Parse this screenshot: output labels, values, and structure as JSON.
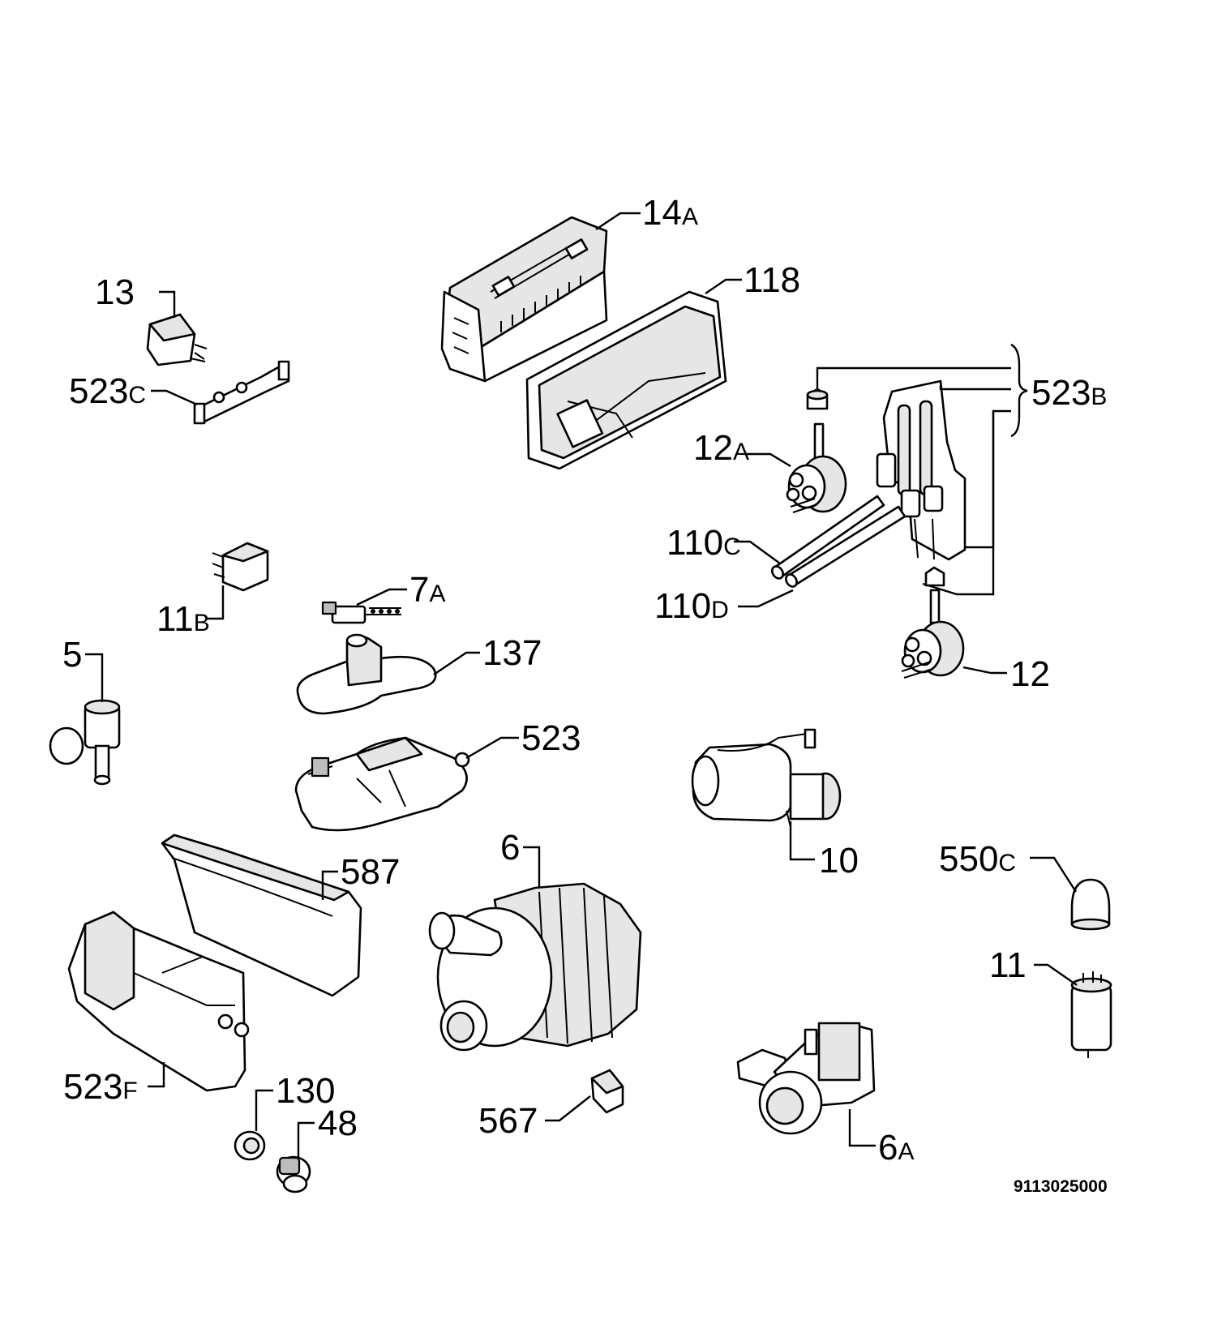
{
  "diagram_code": "9113025000",
  "labels": {
    "p14a": {
      "num": "14",
      "suf": "A"
    },
    "p118": {
      "num": "118",
      "suf": ""
    },
    "p13": {
      "num": "13",
      "suf": ""
    },
    "p523c": {
      "num": "523",
      "suf": "C"
    },
    "p523b": {
      "num": "523",
      "suf": "B"
    },
    "p12a": {
      "num": "12",
      "suf": "A"
    },
    "p110c": {
      "num": "110",
      "suf": "C"
    },
    "p110d": {
      "num": "110",
      "suf": "D"
    },
    "p12": {
      "num": "12",
      "suf": ""
    },
    "p11b": {
      "num": "11",
      "suf": "B"
    },
    "p7a": {
      "num": "7",
      "suf": "A"
    },
    "p137": {
      "num": "137",
      "suf": ""
    },
    "p5": {
      "num": "5",
      "suf": ""
    },
    "p523": {
      "num": "523",
      "suf": ""
    },
    "p10": {
      "num": "10",
      "suf": ""
    },
    "p6": {
      "num": "6",
      "suf": ""
    },
    "p587": {
      "num": "587",
      "suf": ""
    },
    "p550c": {
      "num": "550",
      "suf": "C"
    },
    "p11": {
      "num": "11",
      "suf": ""
    },
    "p523f": {
      "num": "523",
      "suf": "F"
    },
    "p130": {
      "num": "130",
      "suf": ""
    },
    "p48": {
      "num": "48",
      "suf": ""
    },
    "p567": {
      "num": "567",
      "suf": ""
    },
    "p6a": {
      "num": "6",
      "suf": "A"
    }
  }
}
